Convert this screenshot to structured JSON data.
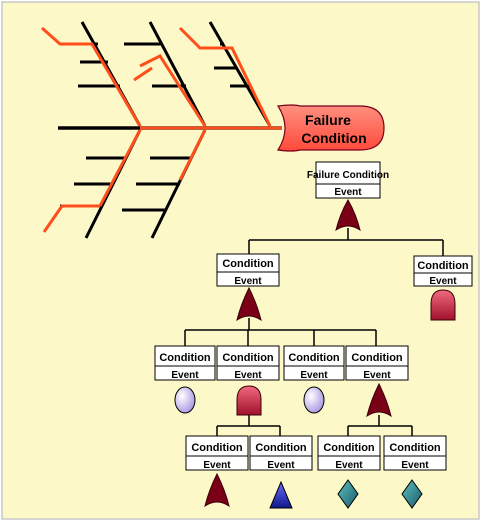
{
  "fishbone": {
    "head_label_line1": "Failure",
    "head_label_line2": "Condition"
  },
  "fault_tree": {
    "top_event": {
      "title": "Failure Condition",
      "subtitle": "Event"
    },
    "level1_left": {
      "title": "Condition",
      "subtitle": "Event"
    },
    "level1_right": {
      "title": "Condition",
      "subtitle": "Event"
    },
    "level2": [
      {
        "title": "Condition",
        "subtitle": "Event"
      },
      {
        "title": "Condition",
        "subtitle": "Event"
      },
      {
        "title": "Condition",
        "subtitle": "Event"
      },
      {
        "title": "Condition",
        "subtitle": "Event"
      }
    ],
    "level3": [
      {
        "title": "Condition",
        "subtitle": "Event"
      },
      {
        "title": "Condition",
        "subtitle": "Event"
      },
      {
        "title": "Condition",
        "subtitle": "Event"
      },
      {
        "title": "Condition",
        "subtitle": "Event"
      }
    ]
  },
  "colors": {
    "background": "#fdf8c8",
    "border": "#c8c8c8",
    "fishbone_orange": "#ff4e1a",
    "head_fill": "#ff6a5c",
    "gate_dark": "#7a0018",
    "and_gate": "#d8445c",
    "circle": "#c8c0f0",
    "triangle": "#2a32c8",
    "diamond": "#2a8a8a"
  }
}
